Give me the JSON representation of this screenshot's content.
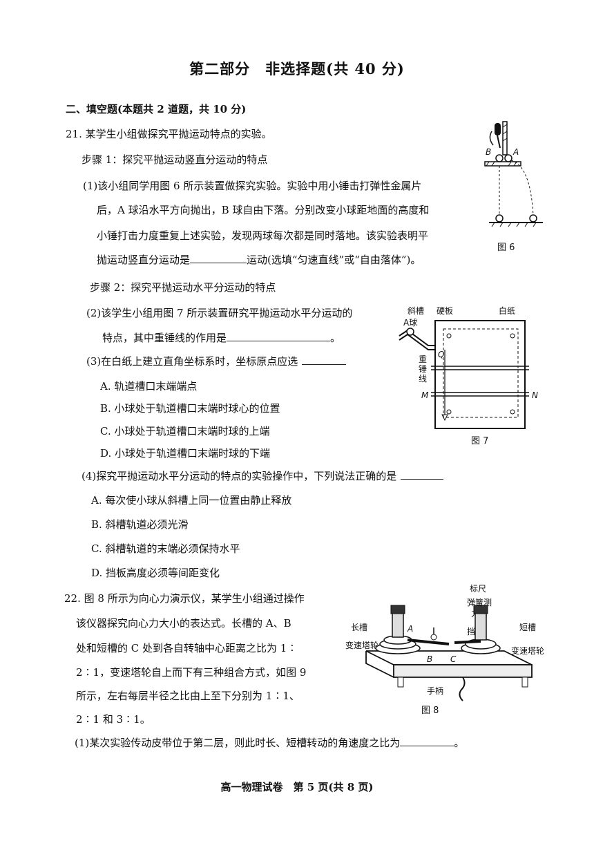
{
  "header": {
    "title": "第二部分　非选择题(共 40 分)"
  },
  "section": {
    "heading": "二、填空题(本题共 2 道题，共 10 分)"
  },
  "q21": {
    "stem": "21. 某学生小组做探究平抛运动特点的实验。",
    "step1": "步骤 1：探究平抛运动竖直分运动的特点",
    "p1_line1": "(1)该小组同学用图 6 所示装置做探究实验。实验中用小锤击打弹性金属片",
    "p1_line2": "后，A 球沿水平方向抛出，B 球自由下落。分别改变小球距地面的高度和",
    "p1_line3": "小锤打击力度重复上述实验，发现两球每次都是同时落地。该实验表明平",
    "p1_line4_pre": "抛运动竖直分运动是",
    "p1_line4_post": "运动(选填“匀速直线”或“自由落体”)。",
    "step2": "步骤 2：探究平抛运动水平分运动的特点",
    "p2_line1": "(2)该学生小组用图 7 所示装置研究平抛运动水平分运动的",
    "p2_line2_pre": "特点，其中重锤线的作用是",
    "p2_line2_post": "。",
    "p3": "(3)在白纸上建立直角坐标系时，坐标原点应选",
    "p3_options": [
      "A. 轨道槽口末端端点",
      "B. 小球处于轨道槽口末端时球心的位置",
      "C. 小球处于轨道槽口末端时球的上端",
      "D. 小球处于轨道槽口末端时球的下端"
    ],
    "p4": "(4)探究平抛运动水平分运动的特点的实验操作中，下列说法正确的是",
    "p4_options": [
      "A. 每次使小球从斜槽上同一位置由静止释放",
      "B. 斜槽轨道必须光滑",
      "C. 斜槽轨道的末端必须保持水平",
      "D. 挡板高度必须等间距变化"
    ]
  },
  "q22": {
    "line1": "22. 图 8 所示为向心力演示仪，某学生小组通过操作",
    "line2": "该仪器探究向心力大小的表达式。长槽的 A、B",
    "line3": "处和短槽的 C 处到各自转轴中心距离之比为 1∶",
    "line4": "2∶1，变速塔轮自上而下有三种组合方式，如图 9",
    "line5": "所示，左右每层半径之比由上至下分别为 1∶1、",
    "line6": "2∶1 和 3∶1。",
    "p1_pre": "(1)某次实验传动皮带位于第二层，则此时长、短槽转动的角速度之比为",
    "p1_post": "。"
  },
  "fig6": {
    "caption": "图 6",
    "label_a": "A",
    "label_b": "B"
  },
  "fig7": {
    "caption": "图 7",
    "label_chute": "斜槽",
    "label_board": "硬板",
    "label_paper": "白纸",
    "label_ball": "A球",
    "label_q": "Q",
    "label_plumb": "重锤线",
    "label_m": "M",
    "label_n": "N"
  },
  "fig8": {
    "caption": "图 8",
    "label_ruler": "标尺",
    "label_spring": "弹簧测力筒",
    "label_long": "长槽",
    "label_a": "A",
    "label_baffle": "挡板",
    "label_short": "短槽",
    "label_pulley_left": "变速塔轮",
    "label_pulley_right": "变速塔轮",
    "label_b": "B",
    "label_c": "C",
    "label_handle": "手柄"
  },
  "footer": {
    "text": "高一物理试卷　第 5 页(共 8 页)"
  }
}
